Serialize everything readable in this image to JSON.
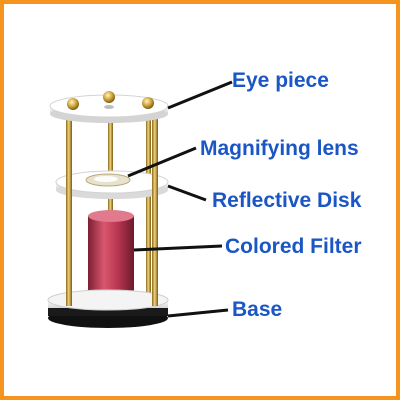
{
  "labels": {
    "eye_piece": "Eye piece",
    "magnifying_lens": "Magnifying lens",
    "reflective_disk": "Reflective Disk",
    "colored_filter": "Colored Filter",
    "base": "Base"
  },
  "colors": {
    "frame_border": "#f5941e",
    "label_text": "#1a56c4",
    "leader_line": "#111111",
    "brass_rod": "#c9a23a",
    "disk": "#ffffff",
    "filter": "#c83a55",
    "base_ring": "#111111"
  },
  "icons": {
    "brass_knob": "brass-knob-icon"
  }
}
